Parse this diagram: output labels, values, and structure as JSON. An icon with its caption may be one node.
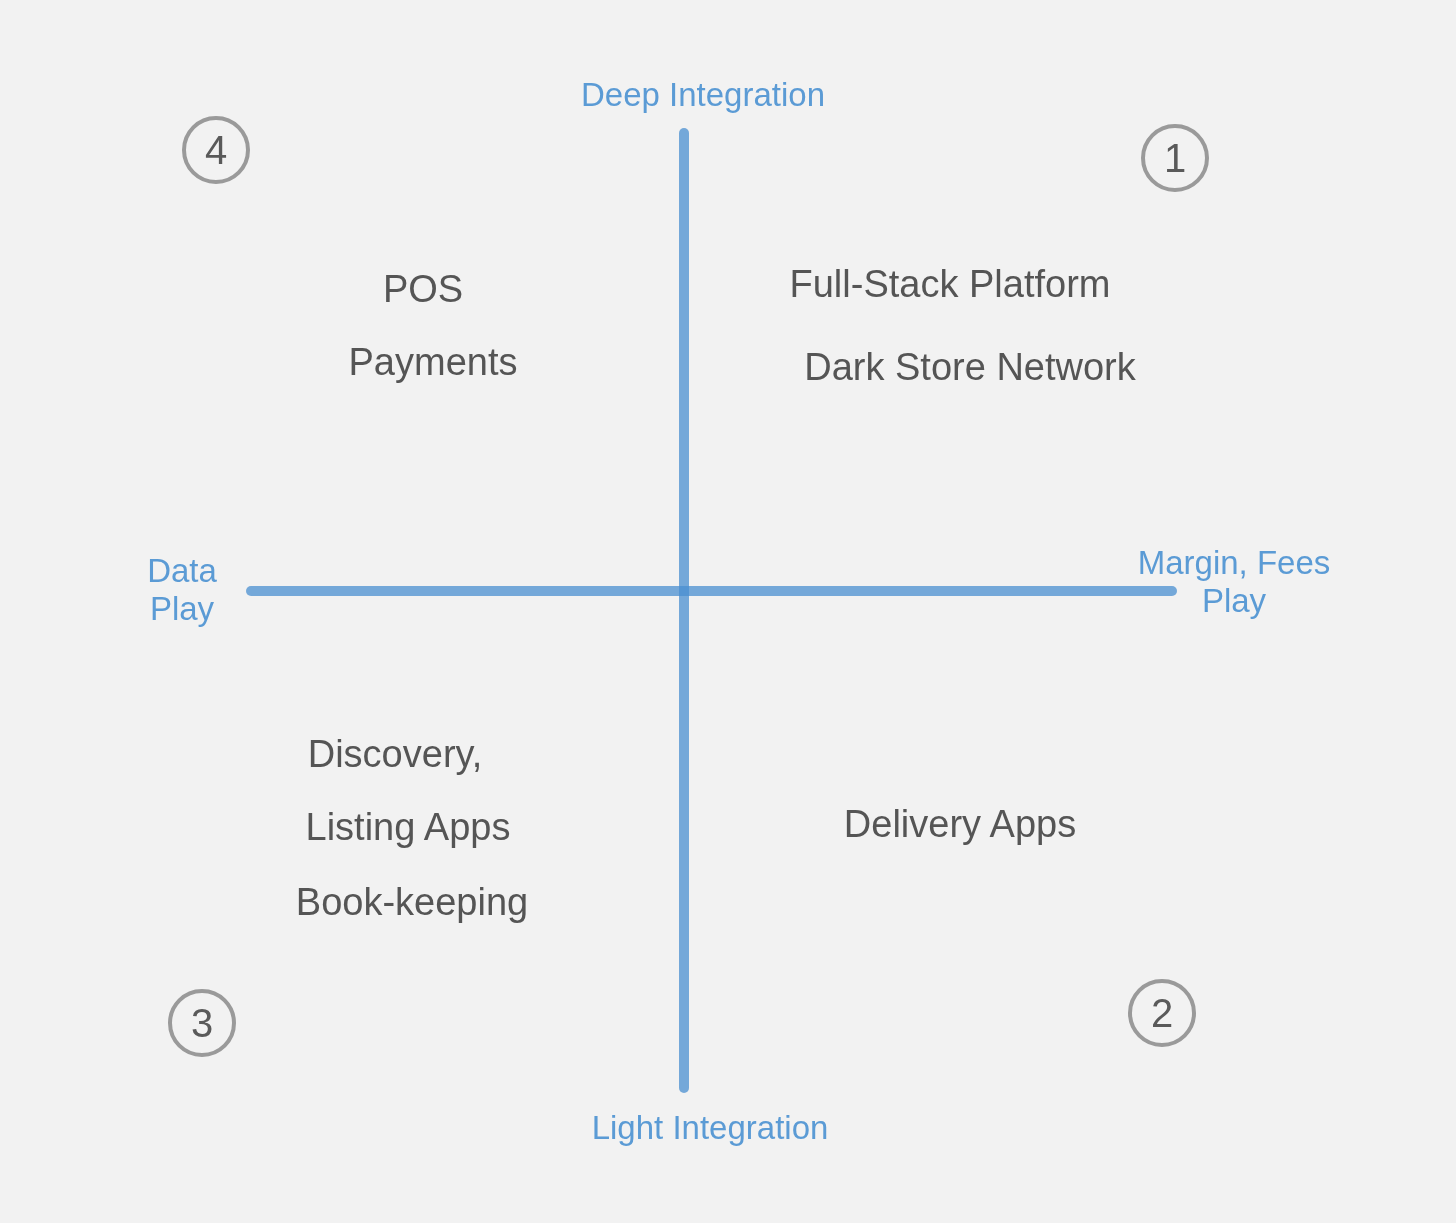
{
  "diagram": {
    "nodes": [
      {
        "text": [
          "4"
        ]
      },
      {
        "text": [
          "1"
        ]
      },
      {
        "text": [
          "3"
        ]
      },
      {
        "text": [
          "2"
        ]
      }
    ],
    "labels": [
      "Deep Integration",
      "POS",
      "Full-Stack Platform",
      "Payments",
      "Dark Store Network",
      "Data Play",
      "Margin, Fees Play",
      "Discovery,",
      "Listing Apps",
      "Delivery Apps",
      "Book-keeping",
      "Light Integration"
    ]
  }
}
